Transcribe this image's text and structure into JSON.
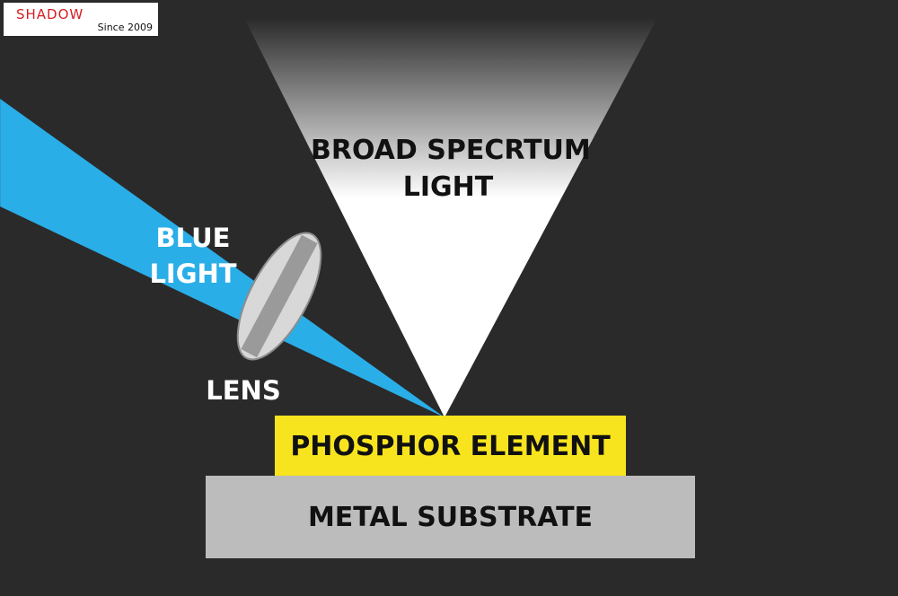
{
  "logo": {
    "brand": "SHADOW",
    "tagline": "Since 2009"
  },
  "labels": {
    "broad_line1": "BROAD SPECRTUM",
    "broad_line2": "LIGHT",
    "blue_line1": "BLUE",
    "blue_line2": "LIGHT",
    "lens": "LENS",
    "phosphor": "PHOSPHOR ELEMENT",
    "substrate": "METAL SUBSTRATE"
  },
  "colors": {
    "background": "#2a2a2a",
    "blue_light": "#2aaee8",
    "phosphor": "#f7e41e",
    "substrate": "#bcbcbc",
    "broad_light": "#ffffff",
    "logo_red": "#d41e24"
  }
}
